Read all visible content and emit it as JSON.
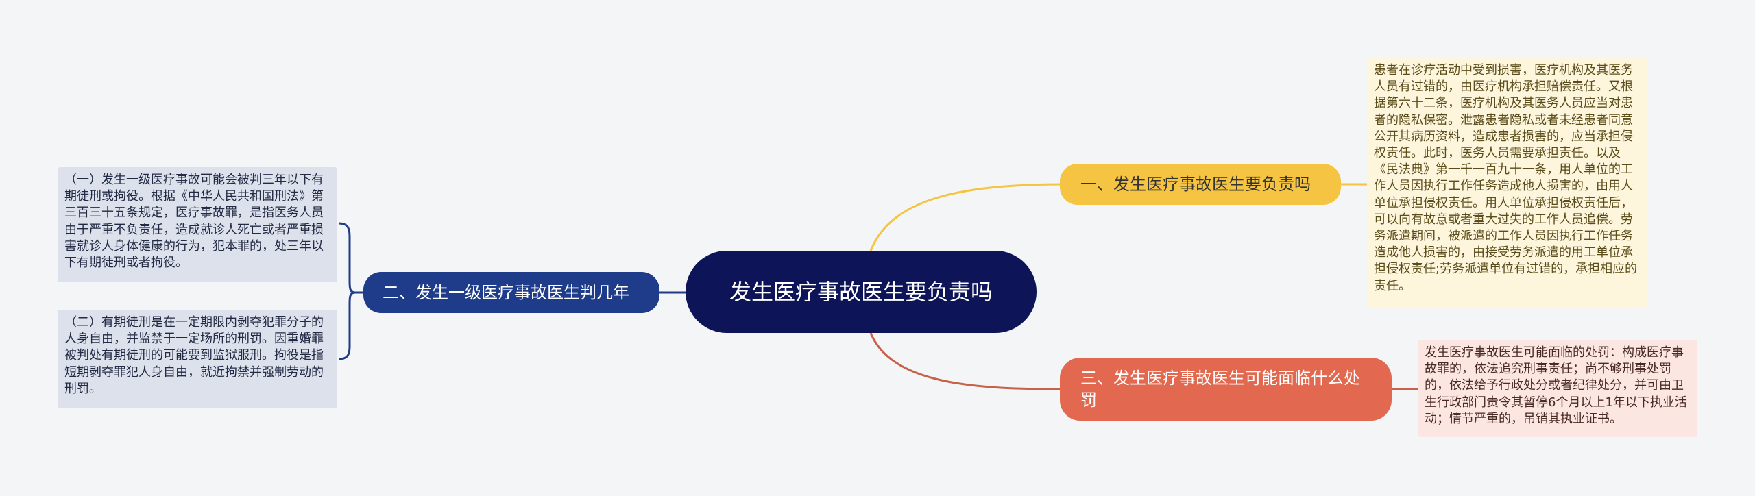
{
  "colors": {
    "background": "#f4f5f7",
    "root_fill": "#0d1457",
    "branch1_fill": "#f6c443",
    "branch2_fill": "#1f3c8a",
    "branch3_fill": "#e2684f",
    "branch1_line": "#f6c443",
    "branch2_line": "#1f3c8a",
    "branch3_line": "#c8604a"
  },
  "root": {
    "label": "发生医疗事故医生要负责吗"
  },
  "branches": [
    {
      "label": "一、发生医疗事故医生要负责吗",
      "details": [
        "患者在诊疗活动中受到损害，医疗机构及其医务人员有过错的，由医疗机构承担赔偿责任。又根据第六十二条，医疗机构及其医务人员应当对患者的隐私保密。泄露患者隐私或者未经患者同意公开其病历资料，造成患者损害的，应当承担侵权责任。此时，医务人员需要承担责任。以及《民法典》第一千一百九十一条，用人单位的工作人员因执行工作任务造成他人损害的，由用人单位承担侵权责任。用人单位承担侵权责任后，可以向有故意或者重大过失的工作人员追偿。劳务派遣期间，被派遣的工作人员因执行工作任务造成他人损害的，由接受劳务派遣的用工单位承担侵权责任;劳务派遣单位有过错的，承担相应的责任。"
      ]
    },
    {
      "label": "二、发生一级医疗事故医生判几年",
      "details": [
        "（一）发生一级医疗事故可能会被判三年以下有期徒刑或拘役。根据《中华人民共和国刑法》第三百三十五条规定，医疗事故罪，是指医务人员由于严重不负责任，造成就诊人死亡或者严重损害就诊人身体健康的行为，犯本罪的，处三年以下有期徒刑或者拘役。",
        "（二）有期徒刑是在一定期限内剥夺犯罪分子的人身自由，并监禁于一定场所的刑罚。因重婚罪被判处有期徒刑的可能要到监狱服刑。拘役是指短期剥夺罪犯人身自由，就近拘禁并强制劳动的刑罚。"
      ]
    },
    {
      "label": "三、发生医疗事故医生可能面临什么处罚",
      "details": [
        "发生医疗事故医生可能面临的处罚：构成医疗事故罪的，依法追究刑事责任；尚不够刑事处罚的，依法给予行政处分或者纪律处分，并可由卫生行政部门责令其暂停6个月以上1年以下执业活动；情节严重的，吊销其执业证书。"
      ]
    }
  ]
}
